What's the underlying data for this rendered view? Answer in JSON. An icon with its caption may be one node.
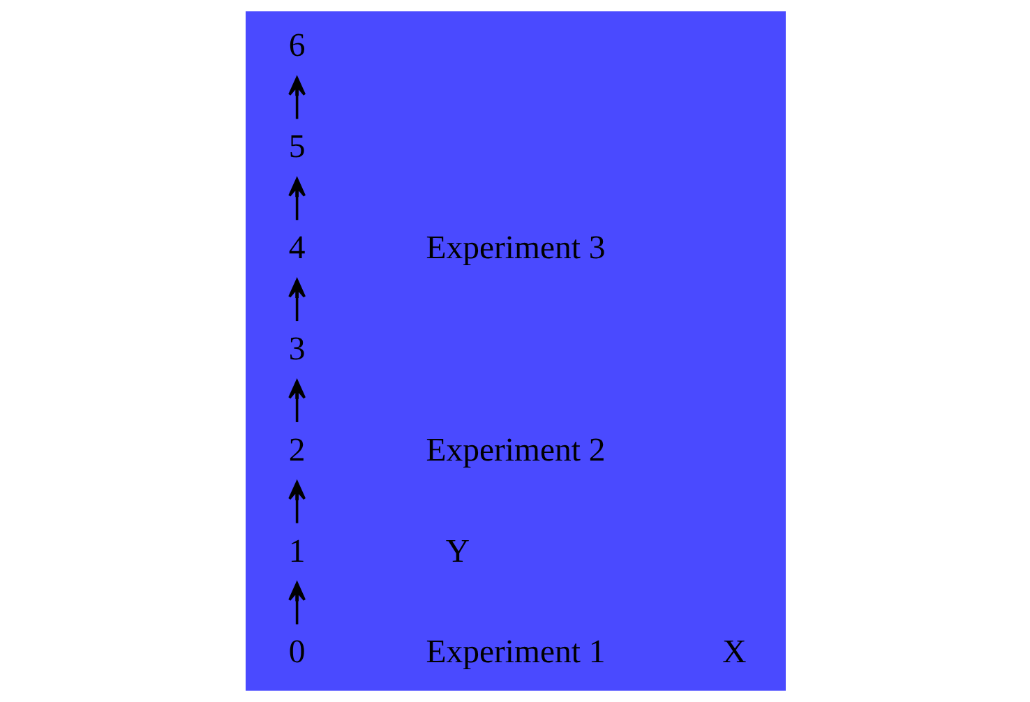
{
  "diagram": {
    "nodes": [
      {
        "text": [
          "0"
        ]
      },
      {
        "text": [
          "1"
        ]
      },
      {
        "text": [
          "2"
        ]
      },
      {
        "text": [
          "3"
        ]
      },
      {
        "text": [
          "4"
        ]
      },
      {
        "text": [
          "5"
        ]
      },
      {
        "text": [
          "6"
        ]
      }
    ],
    "edges": [
      {
        "from": 0,
        "to": 1,
        "arrow": "to"
      },
      {
        "from": 1,
        "to": 2,
        "arrow": "to"
      },
      {
        "from": 2,
        "to": 3,
        "arrow": "to"
      },
      {
        "from": 3,
        "to": 4,
        "arrow": "to"
      },
      {
        "from": 4,
        "to": 5,
        "arrow": "to"
      },
      {
        "from": 5,
        "to": 6,
        "arrow": "to"
      }
    ],
    "labels": [
      "Experiment 3",
      "Experiment 2",
      "Experiment 1",
      "Y",
      "X"
    ]
  }
}
